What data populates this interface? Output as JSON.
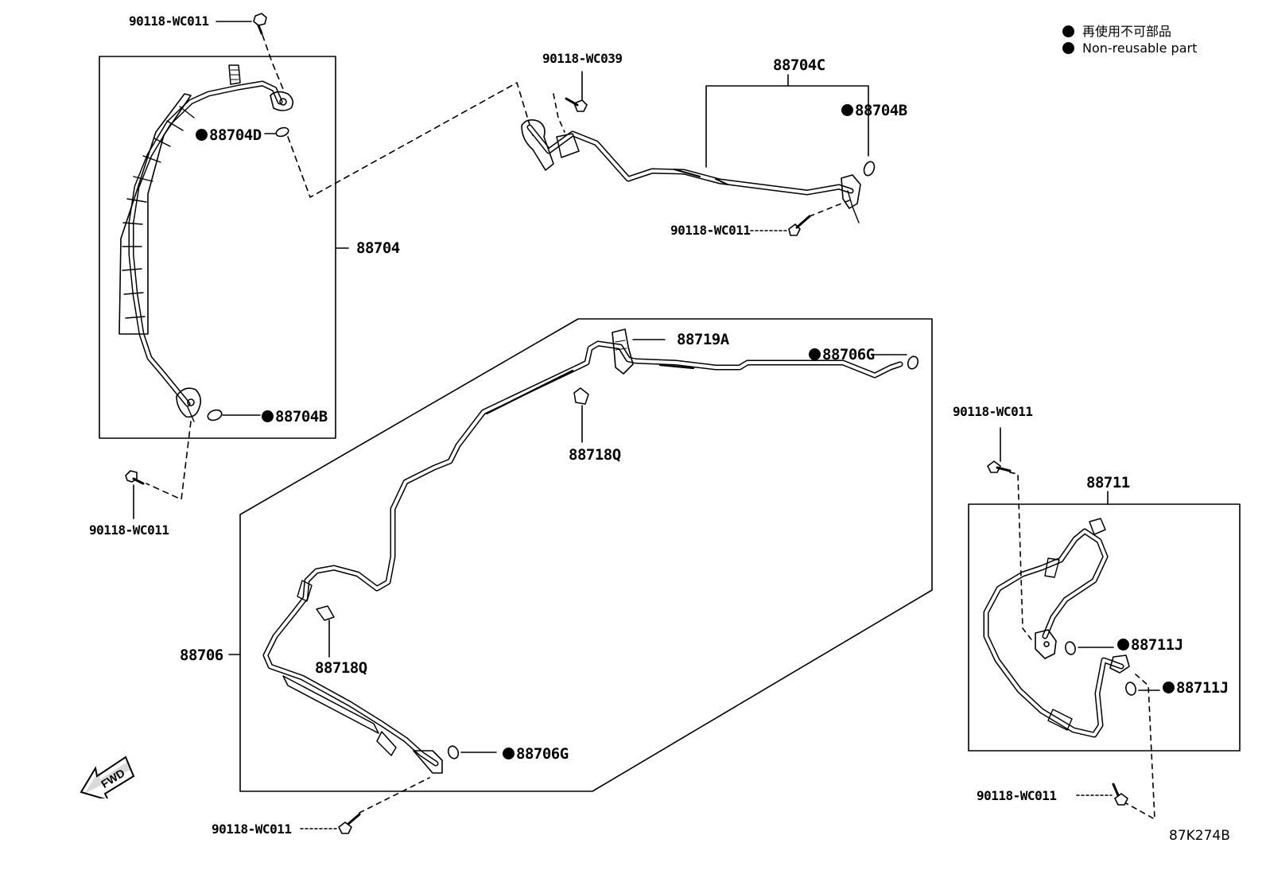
{
  "legend": {
    "items": [
      {
        "label": "再使用不可部品"
      },
      {
        "label": "Non-reusable part"
      }
    ]
  },
  "parts": {
    "p_90118_wc011_a": "90118-WC011",
    "p_88704d": "88704D",
    "p_88704": "88704",
    "p_88704b_left": "88704B",
    "p_90118_wc011_b": "90118-WC011",
    "p_90118_wc039": "90118-WC039",
    "p_88704c": "88704C",
    "p_88704b_right": "88704B",
    "p_90118_wc011_c": "90118-WC011",
    "p_88719a": "88719A",
    "p_88706g_top": "88706G",
    "p_88718q_top": "88718Q",
    "p_88706": "88706",
    "p_88718q_bottom": "88718Q",
    "p_88706g_bottom": "88706G",
    "p_90118_wc011_d": "90118-WC011",
    "p_90118_wc011_e": "90118-WC011",
    "p_88711": "88711",
    "p_88711j_a": "88711J",
    "p_88711j_b": "88711J",
    "p_90118_wc011_f": "90118-WC011"
  },
  "diagram_code": "87K274B",
  "fwd_label": "FWD"
}
